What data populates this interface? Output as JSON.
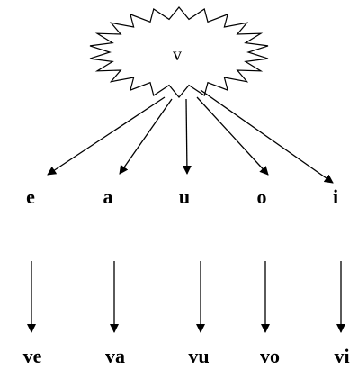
{
  "center_letter": "v",
  "vowels": [
    "e",
    "a",
    "u",
    "o",
    "i"
  ],
  "syllables": [
    "ve",
    "va",
    "vu",
    "vo",
    "vi"
  ],
  "colors": {
    "ink": "#000000",
    "background": "#ffffff"
  }
}
